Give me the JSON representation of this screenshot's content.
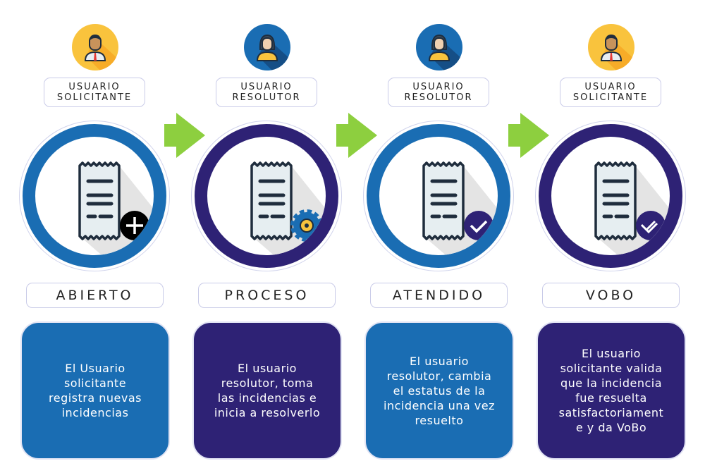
{
  "colors": {
    "blue": "#1a6db3",
    "purple": "#2e2275",
    "arrow": "#8dcf3f",
    "gold": "#f9c33d"
  },
  "steps": [
    {
      "role_line1": "USUARIO",
      "role_line2": "SOLICITANTE",
      "avatar": "male-user-icon",
      "icon": "receipt-plus-icon",
      "status": "ABIERTO",
      "description": "El Usuario\nsolicitante\nregistra nuevas\nincidencias"
    },
    {
      "role_line1": "USUARIO",
      "role_line2": "RESOLUTOR",
      "avatar": "female-user-icon",
      "icon": "receipt-gear-icon",
      "status": "PROCESO",
      "description": "El usuario\nresolutor, toma\nlas incidencias e\ninicia a resolverlo"
    },
    {
      "role_line1": "USUARIO",
      "role_line2": "RESOLUTOR",
      "avatar": "female-user-icon",
      "icon": "receipt-check-icon",
      "status": "ATENDIDO",
      "description": "El usuario\nresolutor, cambia\nel estatus de la\nincidencia una vez\nresuelto"
    },
    {
      "role_line1": "USUARIO",
      "role_line2": "SOLICITANTE",
      "avatar": "male-user-icon",
      "icon": "receipt-double-check-icon",
      "status": "VOBO",
      "description": "El usuario\nsolicitante valida\nque la incidencia\nfue resuelta\nsatisfactoriament\ne y da VoBo"
    }
  ]
}
